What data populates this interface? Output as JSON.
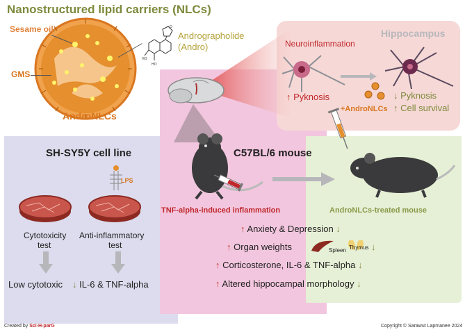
{
  "header": {
    "title": "Nanostructured lipid carriers (NLCs)"
  },
  "nlc": {
    "label_sesame": "Sesame oil",
    "label_gms": "GMS",
    "label_andro_line1": "Andrographolide",
    "label_andro_line2": "(Andro)",
    "label_name": "AndroNLCs"
  },
  "hippocampus": {
    "title": "Hippocampus",
    "neuroinflammation": "Neuroinflammation",
    "pyknosis_up": "Pyknosis",
    "treatment": "+AndroNLCs",
    "pyknosis_down": "Pyknosis",
    "cell_survival": "Cell survival"
  },
  "cell_panel": {
    "title": "SH-SY5Y cell line",
    "lps": "LPS",
    "cytotoxicity_line1": "Cytotoxicity",
    "cytotoxicity_line2": "test",
    "anti_line1": "Anti-inflammatory",
    "anti_line2": "test",
    "result_left": "Low cytotoxic",
    "result_right": "IL-6 & TNF-alpha"
  },
  "mouse_panel": {
    "title": "C57BL/6 mouse",
    "inflammation": "TNF-alpha-induced inflammation",
    "treated": "AndroNLCs-treated mouse"
  },
  "outcomes": [
    {
      "text": "Anxiety & Depression"
    },
    {
      "text": "Organ weights",
      "spleen": "Spleen",
      "thymus": "Thymus"
    },
    {
      "text": "Corticosterone, IL-6 & TNF-alpha"
    },
    {
      "text": "Altered hippocampal morphology"
    }
  ],
  "footer": {
    "created_prefix": "Created by ",
    "created_brand": "Sci-H-parG",
    "copyright": "Copyright © Sarawut Lapmanee 2024"
  },
  "colors": {
    "nlc_orange": "#d9761f",
    "title_green": "#7d8a3c",
    "andro_olive": "#b5a33a",
    "inflam_red": "#c0282d",
    "panel_blue": "#dcdcee",
    "panel_pink": "#f2c6de",
    "panel_green": "#e6f0d6",
    "hippo_pink": "#f6d8d6"
  }
}
